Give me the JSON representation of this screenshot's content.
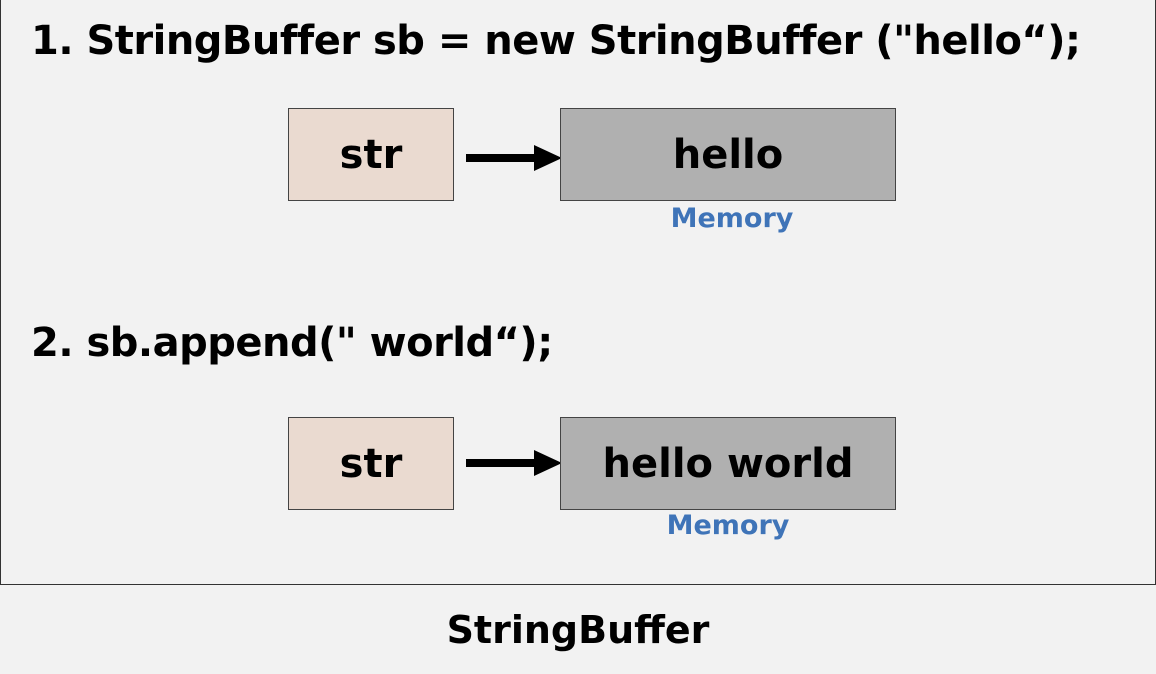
{
  "steps": [
    {
      "title": "1. StringBuffer sb = new StringBuffer (\"hello“);",
      "ref_label": "str",
      "memory_value": "hello",
      "memory_label": "Memory"
    },
    {
      "title": "2. sb.append(\" world“);",
      "ref_label": "str",
      "memory_value": "hello world",
      "memory_label": "Memory"
    }
  ],
  "caption": "StringBuffer",
  "colors": {
    "background": "#f2f2f2",
    "reference_box": "#eadad0",
    "memory_box": "#b0b0b0",
    "memory_label": "#3f74b8",
    "arrow": "#000000"
  },
  "icons": [
    "right-arrow-icon"
  ]
}
